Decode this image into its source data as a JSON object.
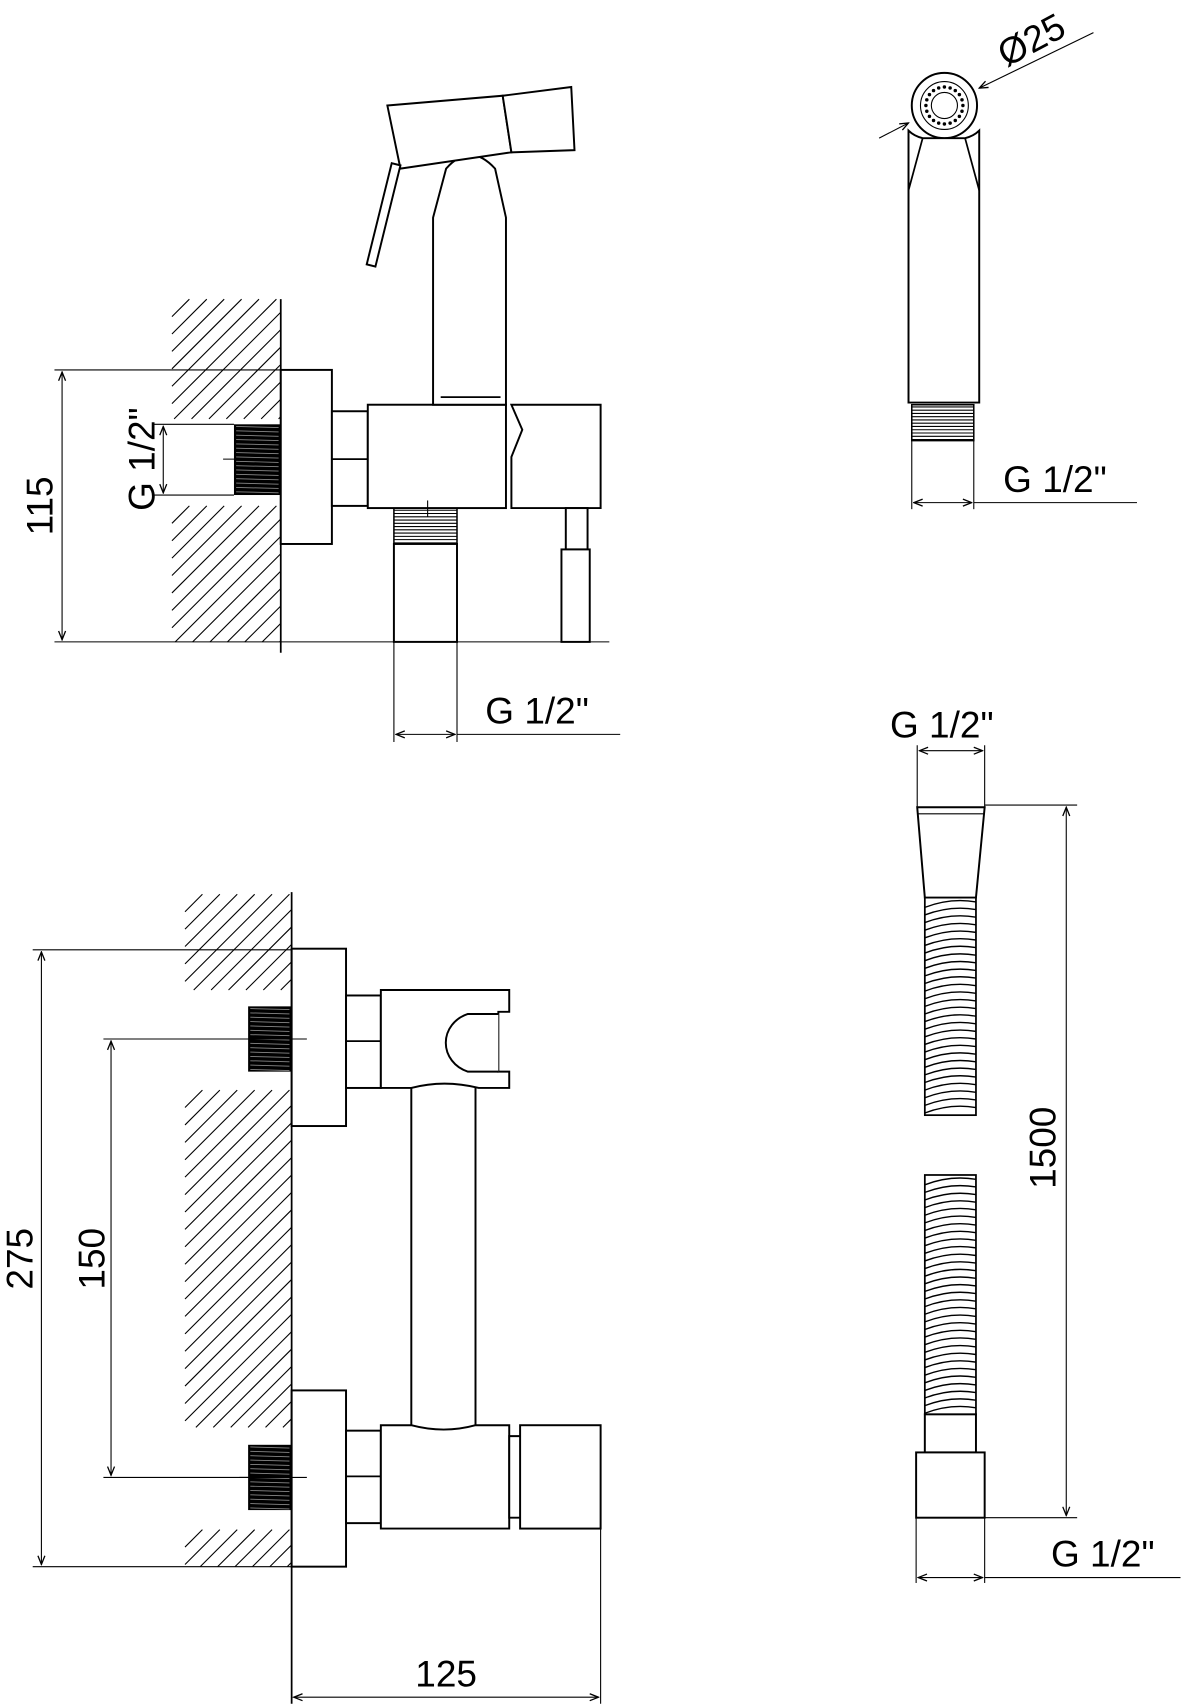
{
  "title": "Bidet mixer technical drawing",
  "top_view": {
    "height_dim": "115",
    "inlet_thread": "G 1/2\"",
    "outlet_thread": "G 1/2\""
  },
  "spray_head": {
    "diameter_dim": "Ø25",
    "thread": "G 1/2\""
  },
  "hose": {
    "top_thread": "G 1/2\"",
    "length_dim": "1500",
    "bottom_thread": "G 1/2\""
  },
  "front_view": {
    "height_dim": "275",
    "center_distance_dim": "150",
    "depth_dim": "125"
  },
  "colors": {
    "line": "#000000",
    "background": "#ffffff"
  }
}
